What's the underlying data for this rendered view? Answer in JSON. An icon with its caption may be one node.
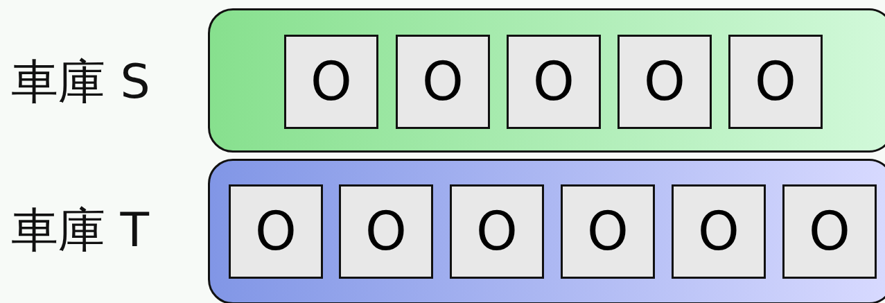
{
  "diagram": {
    "nodes": [
      {
        "text": [
          "車庫 S"
        ]
      },
      {
        "text": [
          "O"
        ],
        "in": 0
      },
      {
        "text": [
          "O"
        ],
        "in": 0
      },
      {
        "text": [
          "O"
        ],
        "in": 0
      },
      {
        "text": [
          "O"
        ],
        "in": 0
      },
      {
        "text": [
          "O"
        ],
        "in": 0
      },
      {
        "text": [
          "車庫 T"
        ]
      },
      {
        "text": [
          "O"
        ],
        "in": 6
      },
      {
        "text": [
          "O"
        ],
        "in": 6
      },
      {
        "text": [
          "O"
        ],
        "in": 6
      },
      {
        "text": [
          "O"
        ],
        "in": 6
      },
      {
        "text": [
          "O"
        ],
        "in": 6
      },
      {
        "text": [
          "O"
        ],
        "in": 6
      }
    ]
  }
}
